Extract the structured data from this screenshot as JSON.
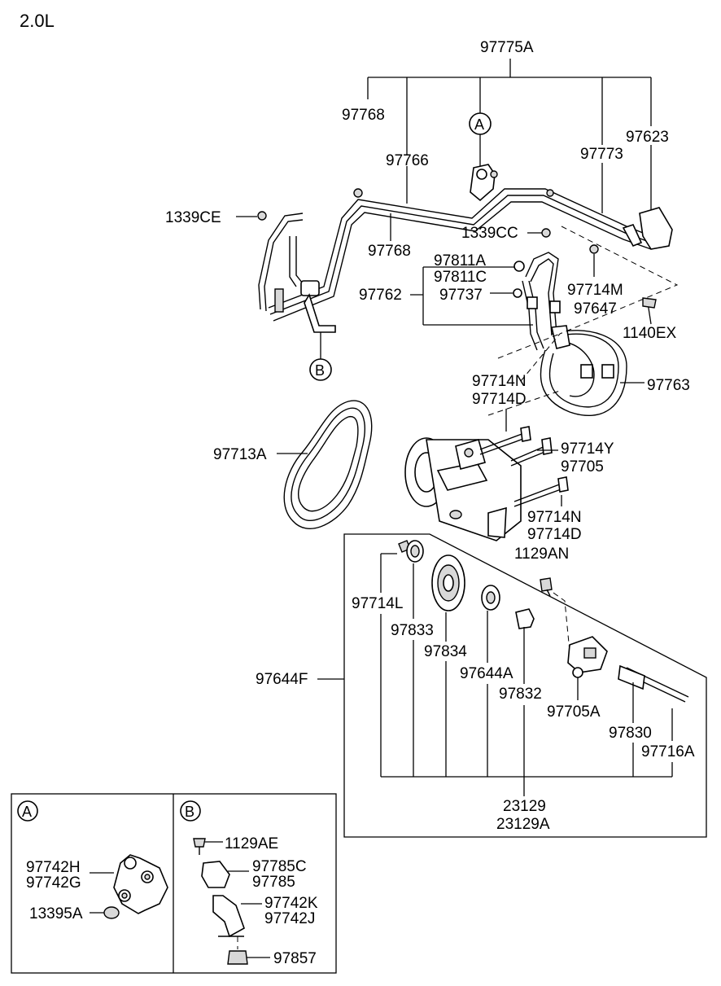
{
  "variant": "2.0L",
  "assembly": "97775A",
  "callouts": {
    "A": "A",
    "B": "B"
  },
  "labels": {
    "p97768_top": "97768",
    "p97766": "97766",
    "p97773": "97773",
    "p97623": "97623",
    "p1339CE": "1339CE",
    "p97768_low": "97768",
    "p1339CC": "1339CC",
    "p97811A": "97811A",
    "p97811C": "97811C",
    "p97762": "97762",
    "p97737": "97737",
    "p97714M": "97714M",
    "p97647": "97647",
    "p1140EX": "1140EX",
    "p97714N_1": "97714N",
    "p97714D_1": "97714D",
    "p97763": "97763",
    "p97713A": "97713A",
    "p97714Y": "97714Y",
    "p97705": "97705",
    "p97714N_2": "97714N",
    "p97714D_2": "97714D",
    "p1129AN": "1129AN",
    "p97714L": "97714L",
    "p97833": "97833",
    "p97834": "97834",
    "p97644A": "97644A",
    "p97832": "97832",
    "p97644F": "97644F",
    "p97705A": "97705A",
    "p97830": "97830",
    "p97716A": "97716A",
    "p23129": "23129",
    "p23129A": "23129A"
  },
  "detail_a": {
    "p97742H": "97742H",
    "p97742G": "97742G",
    "p13395A": "13395A"
  },
  "detail_b": {
    "p1129AE": "1129AE",
    "p97785C": "97785C",
    "p97785": "97785",
    "p97742K": "97742K",
    "p97742J": "97742J",
    "p97857": "97857"
  }
}
